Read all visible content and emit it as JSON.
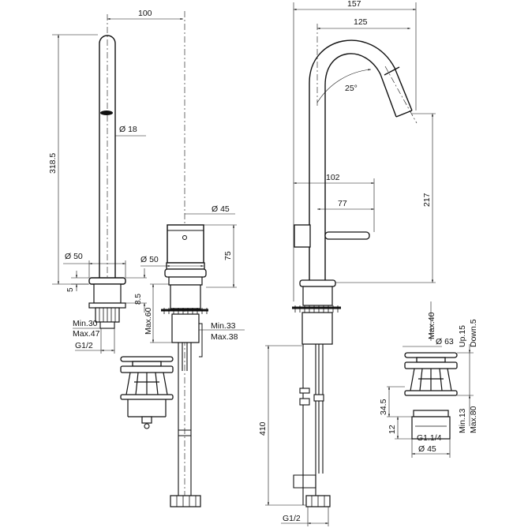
{
  "dims": {
    "spout_width": "100",
    "spout_height": "318.5",
    "tube_dia": "Ø 18",
    "body_dia": "Ø 45",
    "body_height": "75",
    "base_dia_a": "Ø 50",
    "base_dia_b": "Ø 50",
    "flange": "5",
    "thk": "8.5",
    "deck_a_min": "Min.30",
    "deck_a_max": "Max.47",
    "thread_a": "G1/2",
    "deck_b_max": "Max.60",
    "deck_b_min": "Min.33",
    "deck_b_max2": "Max.38",
    "total_width": "157",
    "arc_width": "125",
    "angle": "25°",
    "handle_a": "102",
    "handle_b": "77",
    "side_height": "217",
    "hose_length": "410",
    "thread_b": "G1/2",
    "waste_dia": "Ø 63",
    "waste_up": "Up.15",
    "waste_down": "Down.5",
    "waste_max40": "Max.40",
    "waste_34": "34.5",
    "waste_12": "12",
    "waste_thread": "G1.1/4",
    "waste_min": "Min.13",
    "waste_max": "Max.80",
    "waste_dia45": "Ø 45"
  }
}
